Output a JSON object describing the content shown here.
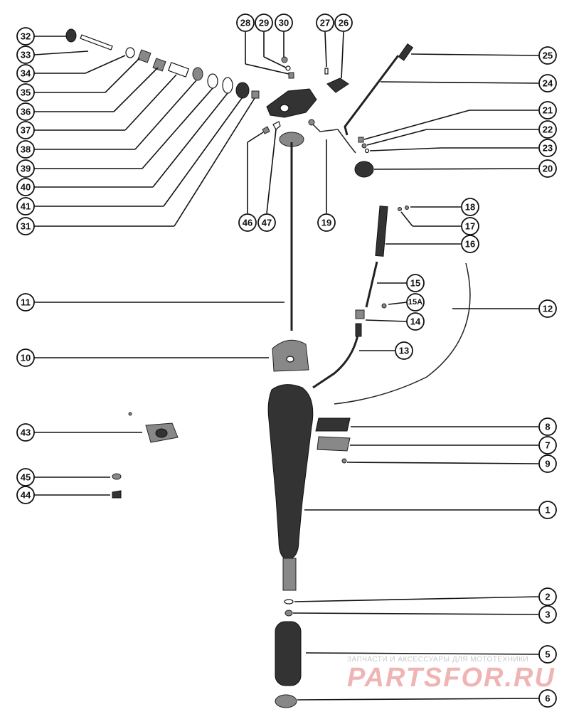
{
  "diagram": {
    "callouts": [
      "32",
      "33",
      "34",
      "35",
      "36",
      "37",
      "38",
      "39",
      "40",
      "41",
      "31",
      "28",
      "29",
      "30",
      "27",
      "26",
      "25",
      "24",
      "21",
      "22",
      "23",
      "20",
      "19",
      "46",
      "47",
      "18",
      "17",
      "16",
      "15",
      "15A",
      "14",
      "13",
      "12",
      "11",
      "10",
      "43",
      "45",
      "44",
      "8",
      "7",
      "9",
      "1",
      "2",
      "3",
      "5",
      "6"
    ]
  },
  "watermark": {
    "tagline": "ЗАПЧАСТИ И АКСЕССУАРЫ ДЛЯ МОТОТЕХНИКИ",
    "logo": "PARTSFOR.RU"
  }
}
